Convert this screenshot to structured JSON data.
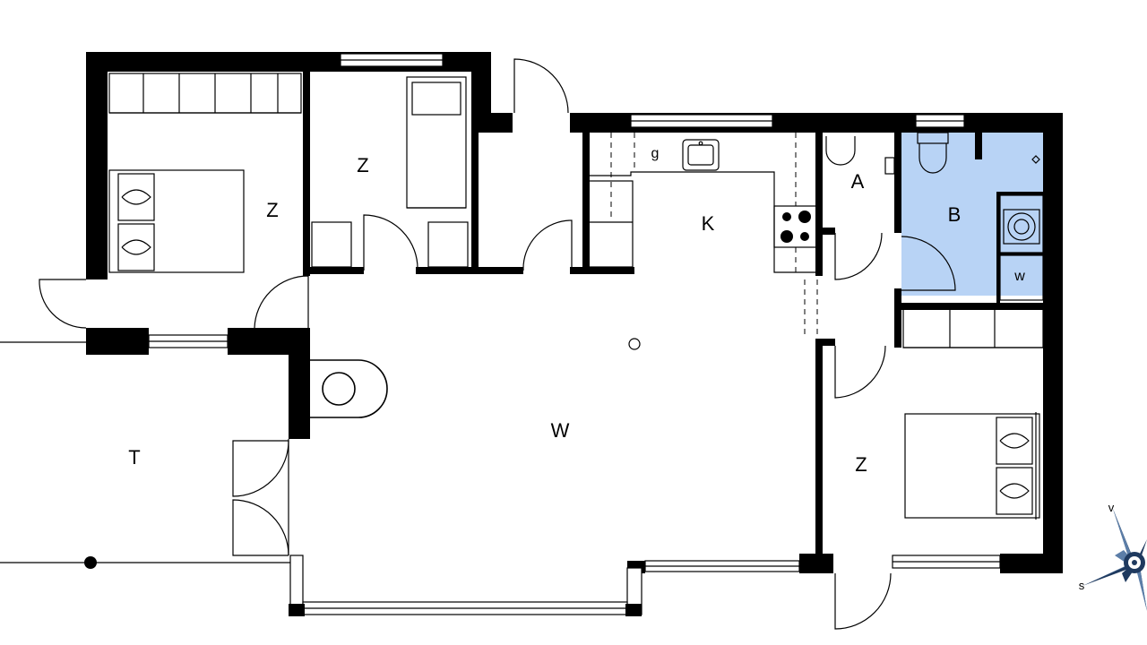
{
  "colors": {
    "wall": "#000000",
    "bathroom_fill": "#b8d3f5",
    "background": "#ffffff"
  },
  "rooms": {
    "z1": "Z",
    "z2": "Z",
    "k": "K",
    "g": "g",
    "a": "A",
    "b": "B",
    "w_small": "w",
    "w_living": "W",
    "t": "T",
    "z3": "Z"
  },
  "compass": {
    "v": "v",
    "s": "s",
    "icon": "compass-rose-icon"
  }
}
